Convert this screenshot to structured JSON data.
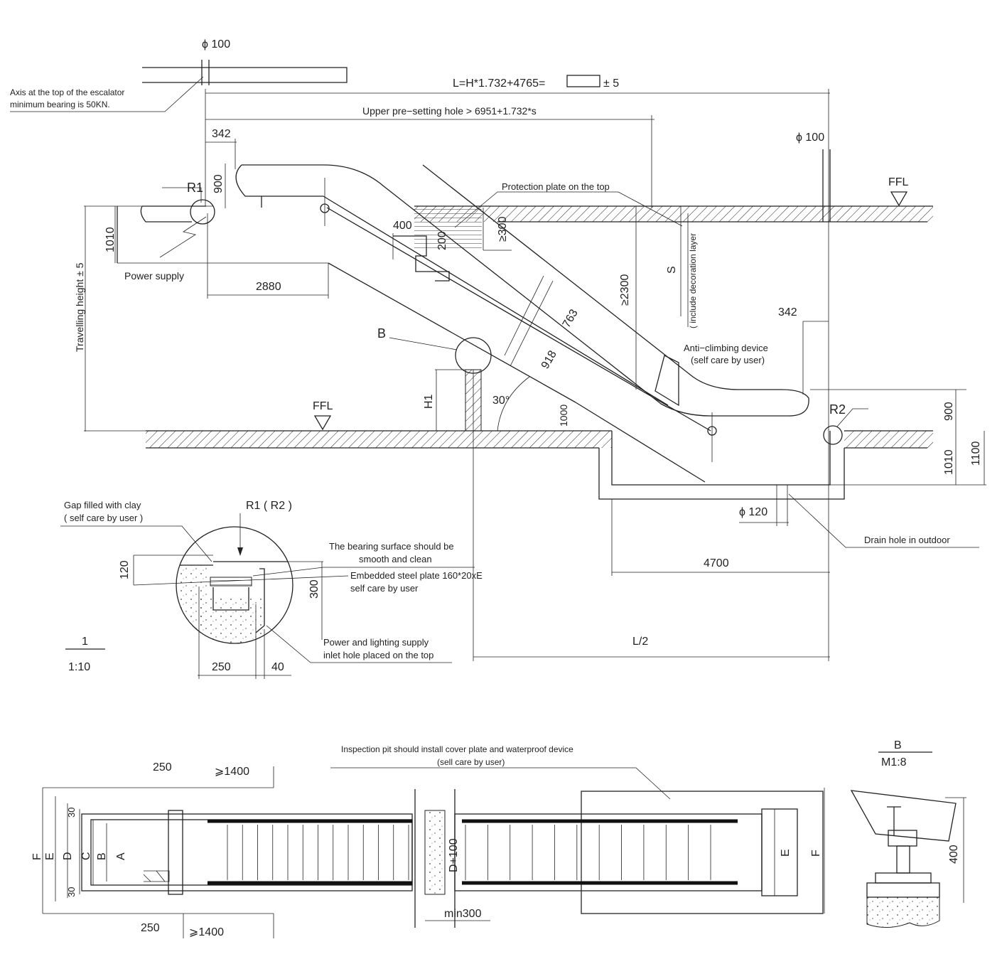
{
  "labels": {
    "phi100_top": "ϕ 100",
    "axis_note_1": "Axis at the top of the  escalator",
    "axis_note_2": "minimum bearing is 50KN.",
    "length_formula": "L=H*1.732+4765=",
    "length_tolerance": "± 5",
    "upper_hole": "Upper pre−setting hole > 6951+1.732*s",
    "dim_342_top": "342",
    "dim_900_top": "900",
    "r1": "R1",
    "dim_1010_left": "1010",
    "power_supply": "Power supply",
    "dim_2880": "2880",
    "travelling_height": "Travelling height ± 5",
    "dim_400": "400",
    "dim_200": "200",
    "dim_ge300": "≥300",
    "protection_plate": "Protection plate on the top",
    "phi100_right": "ϕ 100",
    "ffl_top": "FFL",
    "dim_ge2300": "≥2300",
    "s_label": "S",
    "include_decoration": "( include decoration layer",
    "dim_342_right": "342",
    "anti_climb_1": "Anti−climbing device",
    "anti_climb_2": "(self care by user)",
    "dim_763": "763",
    "dim_918": "918",
    "b_label": "B",
    "h1_label": "H1",
    "angle_30": "30°",
    "dim_1000": "1000",
    "ffl_bottom": "FFL",
    "r2": "R2",
    "dim_900_right": "900",
    "dim_1010_right": "1010",
    "dim_1100": "1100",
    "phi120": "ϕ 120",
    "drain_hole": "Drain hole in outdoor",
    "dim_4700": "4700",
    "l_half": "L/2",
    "gap_clay_1": "Gap filled with clay",
    "gap_clay_2": "( self care by user )",
    "r1_r2": "R1 ( R2 )",
    "bearing_1": "The bearing surface should be",
    "bearing_2": "smooth and clean",
    "embedded_1": "Embedded steel plate 160*20xE",
    "embedded_2": "self care by user",
    "dim_120": "120",
    "dim_300_detail": "300",
    "power_light_1": "Power and lighting supply",
    "power_light_2": "inlet hole placed on the top",
    "dim_250_detail": "250",
    "dim_40": "40",
    "section_1": "1",
    "scale_1_10": "1:10",
    "inspection_1": "Inspection pit should install cover plate and waterproof device",
    "inspection_2": "(sell care by user)",
    "dim_250_top": "250",
    "dim_ge1400_top": "⩾1400",
    "dim_250_bottom": "250",
    "dim_ge1400_bottom": "⩾1400",
    "f_left": "F",
    "e_left": "E",
    "d_left": "D",
    "c_left": "C",
    "b_left": "B",
    "a_left": "A",
    "dim_30_top": "30",
    "dim_30_bottom": "30",
    "d_plus_100": "D+100",
    "min300": "min300",
    "e_right": "E",
    "f_right": "F",
    "b_detail": "B",
    "scale_m18": "M1:8",
    "dim_400_detail": "400"
  }
}
